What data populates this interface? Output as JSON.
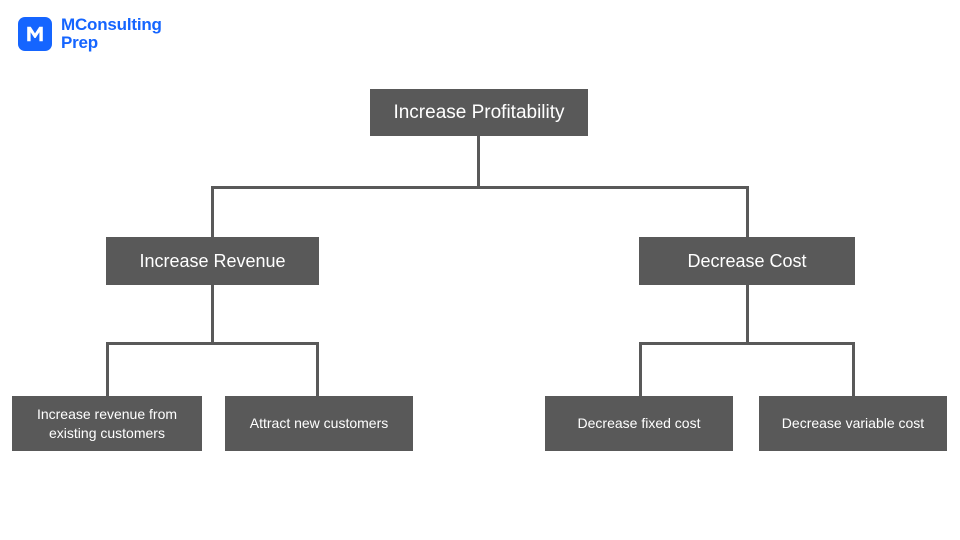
{
  "brand": {
    "name_line1": "MConsulting",
    "name_line2": "Prep",
    "mark_letter": "M",
    "accent_color": "#1565ff"
  },
  "diagram": {
    "type": "issue-tree",
    "node_fill": "#595959",
    "node_text_color": "#ffffff",
    "connector_color": "#595959",
    "background": "#ffffff",
    "levels": [
      {
        "level": 1,
        "nodes": [
          {
            "id": "increase-profitability",
            "label": "Increase Profitability"
          }
        ]
      },
      {
        "level": 2,
        "nodes": [
          {
            "id": "increase-revenue",
            "label": "Increase Revenue",
            "parent": "increase-profitability"
          },
          {
            "id": "decrease-cost",
            "label": "Decrease Cost",
            "parent": "increase-profitability"
          }
        ]
      },
      {
        "level": 3,
        "nodes": [
          {
            "id": "increase-revenue-existing",
            "label": "Increase revenue from\nexisting customers",
            "parent": "increase-revenue"
          },
          {
            "id": "attract-new-customers",
            "label": "Attract new customers",
            "parent": "increase-revenue"
          },
          {
            "id": "decrease-fixed-cost",
            "label": "Decrease fixed cost",
            "parent": "decrease-cost"
          },
          {
            "id": "decrease-variable-cost",
            "label": "Decrease variable cost",
            "parent": "decrease-cost"
          }
        ]
      }
    ]
  }
}
